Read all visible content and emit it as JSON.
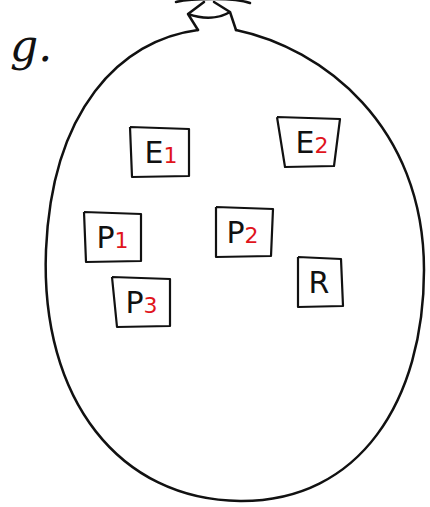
{
  "diagram": {
    "nodes": [
      {
        "text": [
          "E1"
        ]
      },
      {
        "text": [
          "E2"
        ]
      },
      {
        "text": [
          "P1"
        ]
      },
      {
        "text": [
          "P2"
        ]
      },
      {
        "text": [
          "P3"
        ]
      },
      {
        "text": [
          "R"
        ]
      }
    ],
    "labels": [
      "g."
    ]
  }
}
